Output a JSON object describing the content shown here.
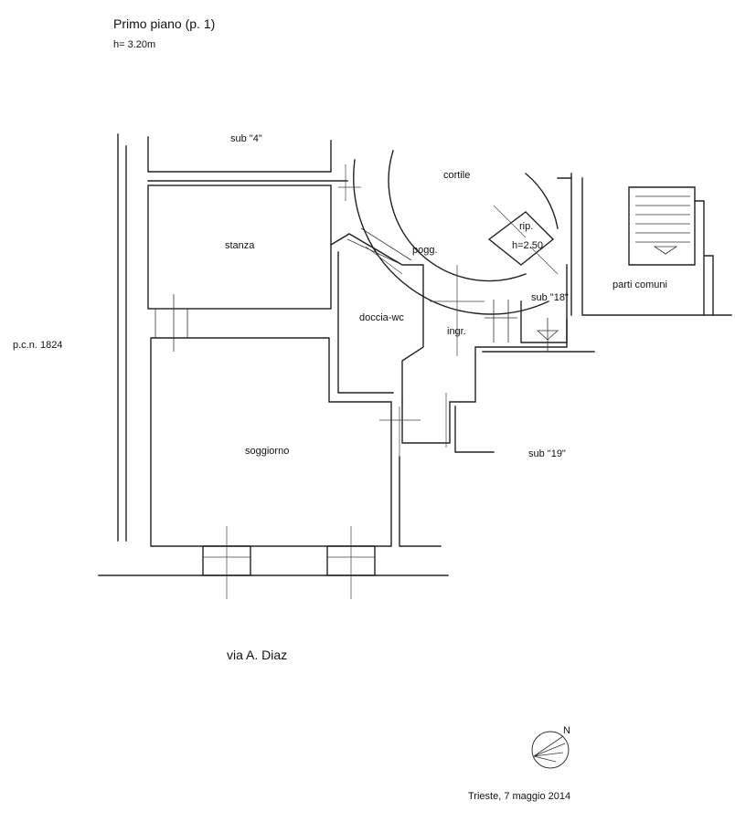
{
  "header": {
    "title": "Primo piano (p. 1)",
    "height_note": "h= 3.20m"
  },
  "rooms": {
    "sub_4": "sub \"4\"",
    "cortile": "cortile",
    "stanza": "stanza",
    "rip": "rip.",
    "rip_height": "h=2.50",
    "pogg": "pogg.",
    "parti_comuni": "parti comuni",
    "sub_18": "sub \"18\"",
    "doccia_wc": "doccia-wc",
    "ingr": "ingr.",
    "pcn": "p.c.n. 1824",
    "soggiorno": "soggiorno",
    "sub_19": "sub \"19\""
  },
  "street": "via A. Diaz",
  "compass": {
    "label": "N",
    "icon": "north-arrow-icon"
  },
  "footer": {
    "place_date": "Trieste, 7 maggio 2014"
  }
}
